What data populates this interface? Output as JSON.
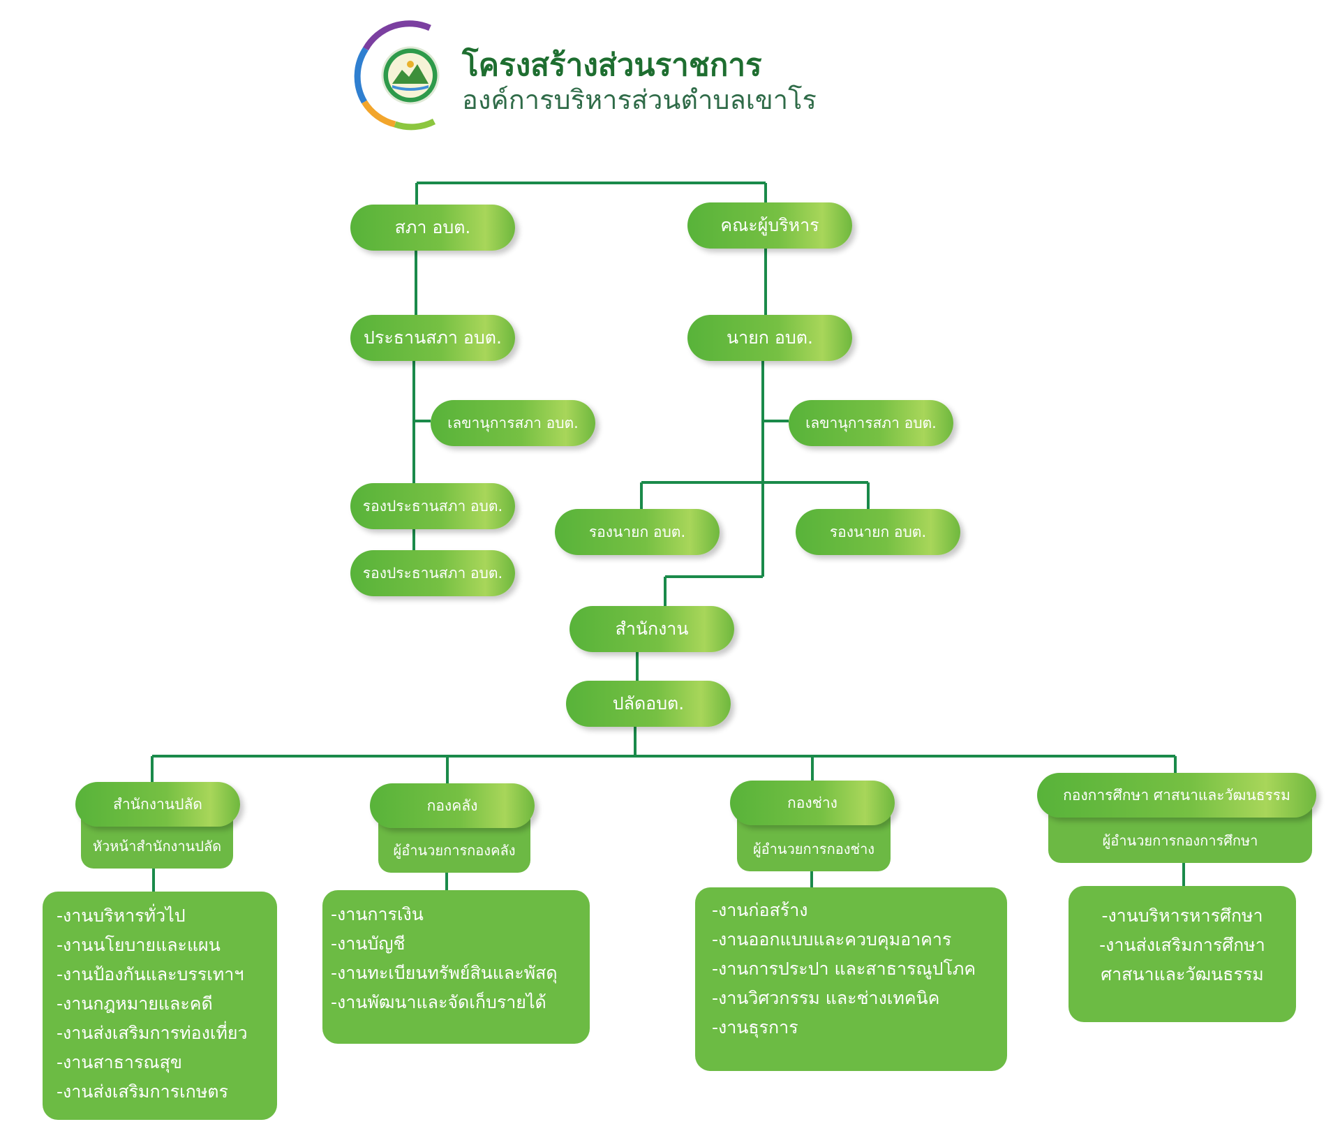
{
  "header": {
    "title": "โครงสร้างส่วนราชการ",
    "subtitle": "องค์การบริหารส่วนตำบลเขาโร"
  },
  "colors": {
    "line": "#1a8a4a",
    "pill_green": "#6cb944",
    "box_green": "#6cbb44",
    "title_green": "#1e6e30",
    "logo_ring": [
      "#7b3fa0",
      "#2f7fd0",
      "#f2a52b",
      "#8cc63f"
    ]
  },
  "logo": {
    "icon": "emblem-seal-icon"
  },
  "council": {
    "council_label": "สภา อบต.",
    "chairman_label": "ประธานสภา อบต.",
    "secretary_label": "เลขานุการสภา อบต.",
    "vice_chairmen": [
      "รองประธานสภา อบต.",
      "รองประธานสภา อบต."
    ]
  },
  "executive": {
    "board_label": "คณะผู้บริหาร",
    "mayor_label": "นายก อบต.",
    "secretary_label": "เลขานุการสภา อบต.",
    "deputies": [
      "รองนายก อบต.",
      "รองนายก อบต."
    ]
  },
  "office": {
    "office_label": "สำนักงาน",
    "clerk_label": "ปลัดอบต."
  },
  "divisions": [
    {
      "name": "สำนักงานปลัด",
      "head": "หัวหน้าสำนักงานปลัด",
      "tasks": [
        "-งานบริหารทั่วไป",
        "-งานนโยบายและแผน",
        "-งานป้องกันและบรรเทาฯ",
        "-งานกฎหมายและคดี",
        "-งานส่งเสริมการท่องเที่ยว",
        "-งานสาธารณสุข",
        "-งานส่งเสริมการเกษตร"
      ]
    },
    {
      "name": "กองคลัง",
      "head": "ผู้อำนวยการกองคลัง",
      "tasks": [
        "-งานการเงิน",
        "-งานบัญชี",
        "-งานทะเบียนทรัพย์สินและพัสดุ",
        "-งานพัฒนาและจัดเก็บรายได้"
      ]
    },
    {
      "name": "กองช่าง",
      "head": "ผู้อำนวยการกองช่าง",
      "tasks": [
        "-งานก่อสร้าง",
        "-งานออกแบบและควบคุมอาคาร",
        "-งานการประปา และสาธารณูปโภค",
        "-งานวิศวกรรม และช่างเทคนิค",
        "-งานธุรการ"
      ]
    },
    {
      "name": "กองการศึกษา ศาสนาและวัฒนธรรม",
      "head": "ผู้อำนวยการกองการศึกษา",
      "tasks": [
        "-งานบริหารหารศึกษา",
        "-งานส่งเสริมการศึกษา",
        "ศาสนาและวัฒนธรรม"
      ]
    }
  ]
}
